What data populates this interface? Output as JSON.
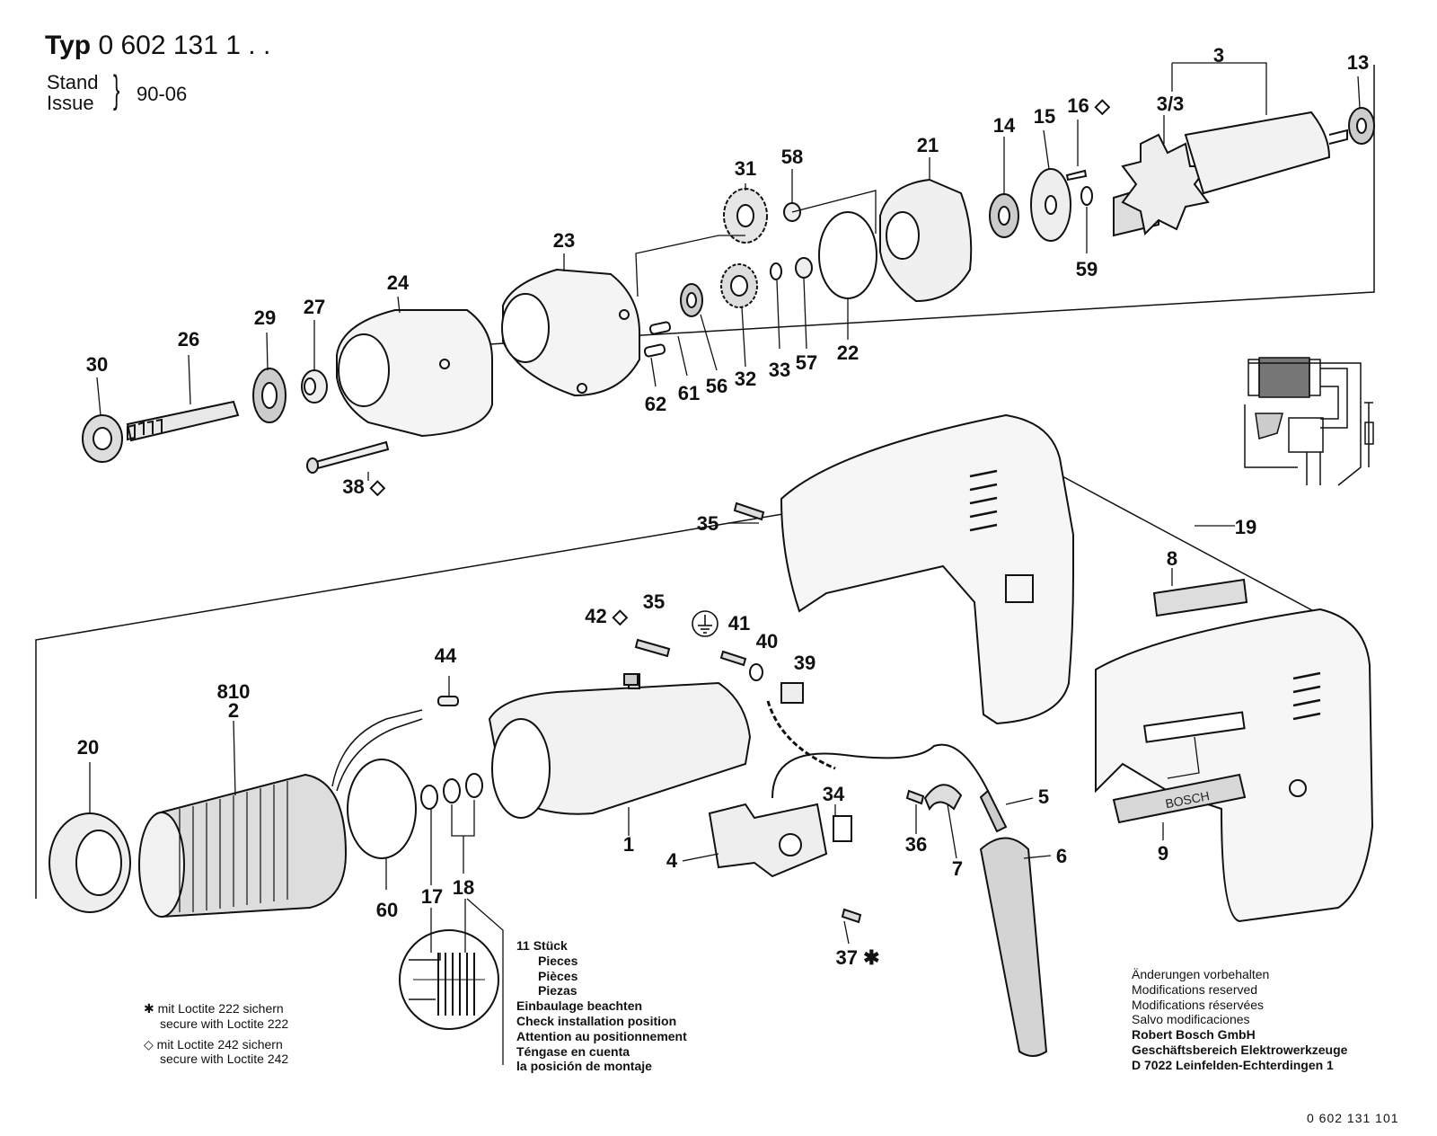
{
  "header": {
    "typ_label": "Typ",
    "typ_code": "0 602 131 1 . .",
    "stand": "Stand",
    "issue": "Issue",
    "date": "90-06"
  },
  "labels": {
    "p30": "30",
    "p26": "26",
    "p29": "29",
    "p27": "27",
    "p24": "24",
    "p23": "23",
    "p31": "31",
    "p58": "58",
    "p21": "21",
    "p14": "14",
    "p15": "15",
    "p16": "16 ◇",
    "p3": "3",
    "p3_3": "3/3",
    "p13": "13",
    "p59": "59",
    "p22": "22",
    "p57": "57",
    "p33": "33",
    "p32": "32",
    "p56": "56",
    "p61": "61",
    "p62": "62",
    "p38": "38 ◇",
    "p35a": "35",
    "p19": "19",
    "p8": "8",
    "p9": "9",
    "p42": "42 ◇",
    "p35b": "35",
    "p41": "41",
    "p40": "40",
    "p39": "39",
    "p44": "44",
    "p810": "810",
    "p2": "2",
    "p20": "20",
    "p60": "60",
    "p17": "17",
    "p18": "18",
    "p1": "1",
    "p4": "4",
    "p34": "34",
    "p36": "36",
    "p7": "7",
    "p5": "5",
    "p6": "6",
    "p37": "37 ✱"
  },
  "install_note": [
    "11 Stück",
    "Pieces",
    "Pièces",
    "Piezas",
    "Einbaulage beachten",
    "Check installation position",
    "Attention au positionnement",
    "Téngase en cuenta",
    "la posición de montaje"
  ],
  "legend": {
    "l1a": "✱ mit Loctite 222 sichern",
    "l1b": "secure with Loctite 222",
    "l2a": "◇ mit Loctite 242 sichern",
    "l2b": "secure with Loctite 242"
  },
  "footer": [
    "Änderungen vorbehalten",
    "Modifications reserved",
    "Modifications réservées",
    "Salvo modificaciones",
    "Robert Bosch GmbH",
    "Geschäftsbereich Elektrowerkzeuge",
    "D 7022 Leinfelden-Echterdingen 1"
  ],
  "doc_code": "0 602 131 101",
  "nameplate_text": "BOSCH",
  "ground_symbol": "earth-ground-icon"
}
